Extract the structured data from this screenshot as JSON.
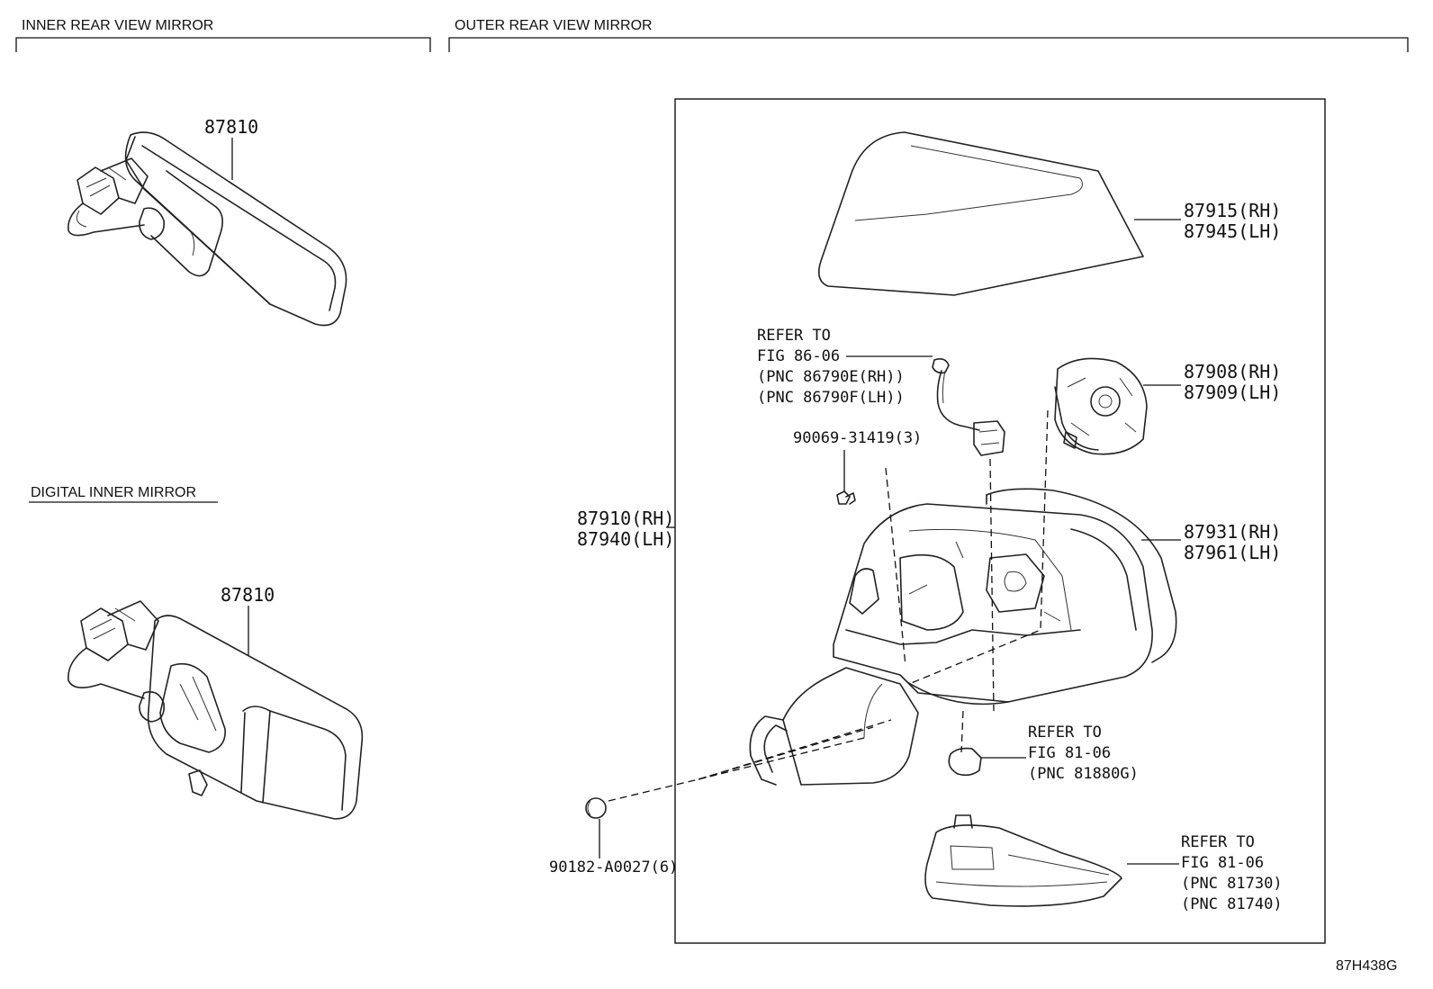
{
  "sections": {
    "inner": "INNER REAR VIEW MIRROR",
    "outer": "OUTER REAR VIEW MIRROR",
    "digital": "DIGITAL INNER MIRROR"
  },
  "labels": {
    "inner_mirror": "87810",
    "digital_mirror": "87810",
    "cover_rh": "87915(RH)",
    "cover_lh": "87945(LH)",
    "actuator_rh": "87908(RH)",
    "actuator_lh": "87909(LH)",
    "body_rh": "87931(RH)",
    "body_lh": "87961(LH)",
    "assy_rh": "87910(RH)",
    "assy_lh": "87940(LH)",
    "screw": "90069-31419(3)",
    "clip": "90182-A0027(6)",
    "camera_ref": [
      "REFER TO",
      "FIG 86-06",
      "(PNC 86790E(RH))",
      "(PNC 86790F(LH))"
    ],
    "bulb_ref": [
      "REFER TO",
      "FIG 81-06",
      "(PNC 81880G)"
    ],
    "signal_ref": [
      "REFER TO",
      "FIG 81-06",
      "(PNC 81730)",
      "(PNC 81740)"
    ]
  },
  "figure_code": "87H438G"
}
